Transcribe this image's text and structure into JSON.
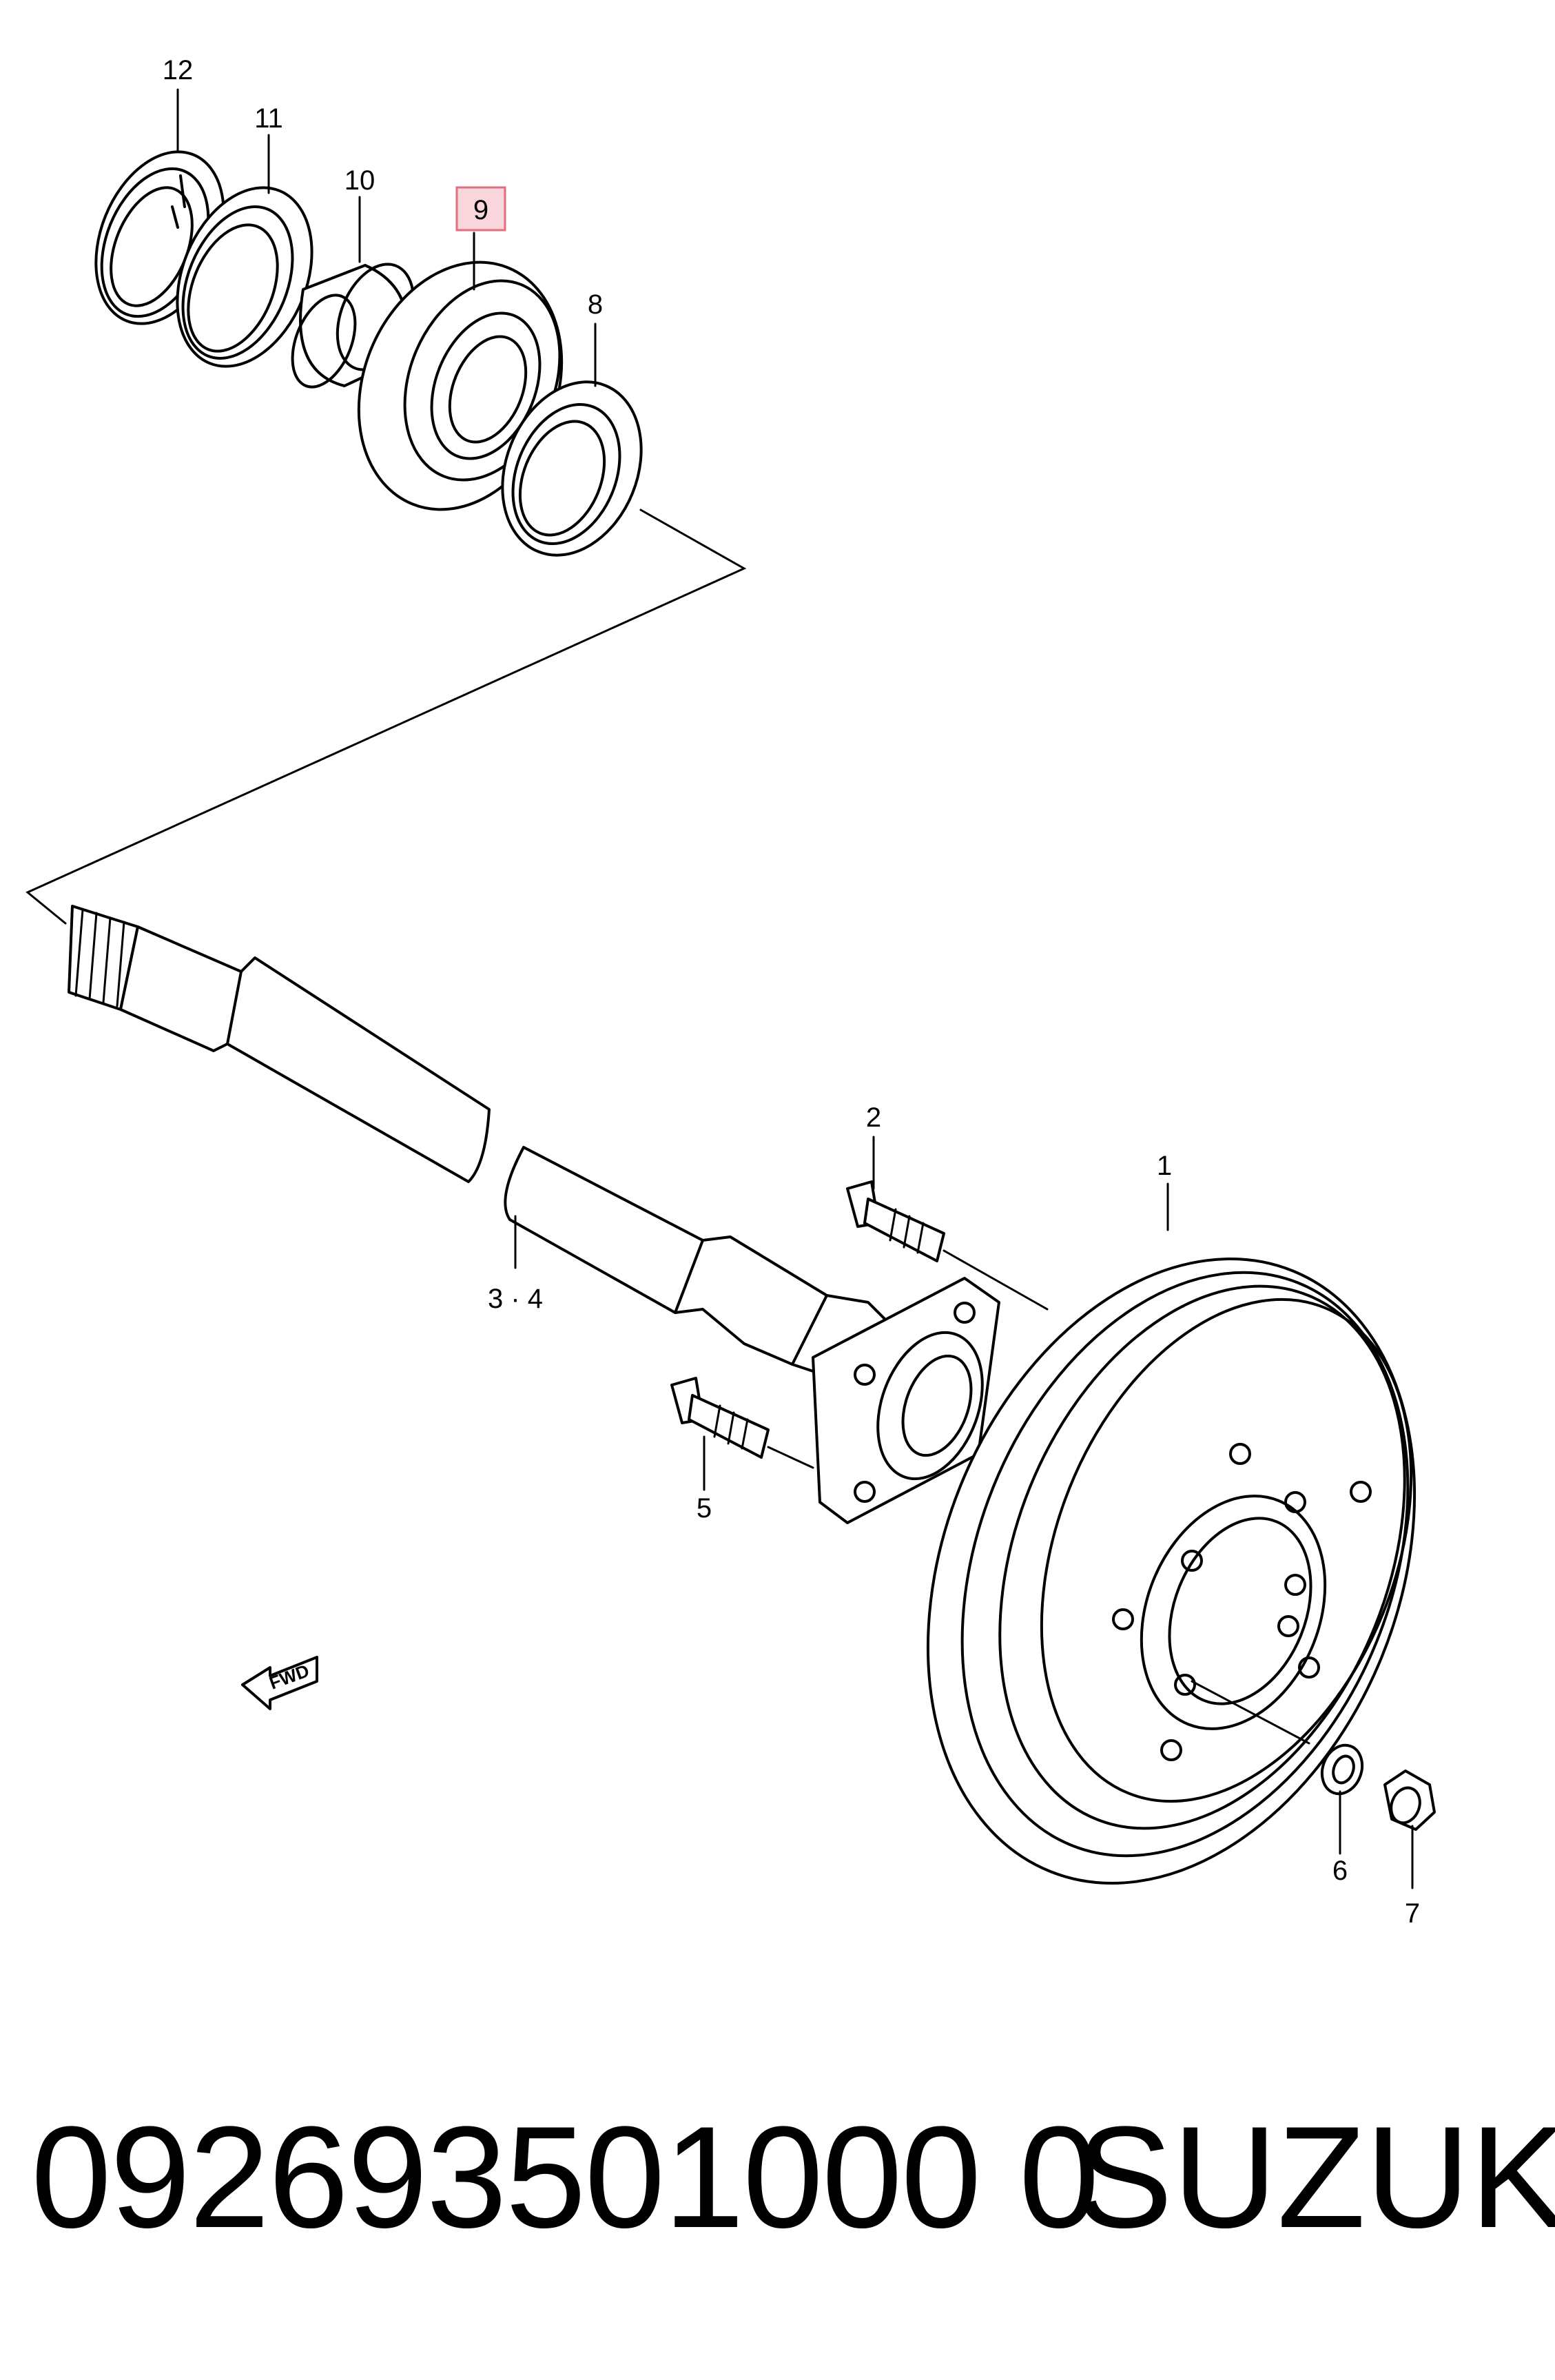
{
  "diagram": {
    "callouts": [
      {
        "id": "1",
        "text": "1"
      },
      {
        "id": "2",
        "text": "2"
      },
      {
        "id": "3-4",
        "text": "3 · 4"
      },
      {
        "id": "5",
        "text": "5"
      },
      {
        "id": "6",
        "text": "6"
      },
      {
        "id": "7",
        "text": "7"
      },
      {
        "id": "8",
        "text": "8"
      },
      {
        "id": "9",
        "text": "9",
        "highlighted": true
      },
      {
        "id": "10",
        "text": "10"
      },
      {
        "id": "11",
        "text": "11"
      },
      {
        "id": "12",
        "text": "12"
      }
    ],
    "direction_badge": "FWD",
    "highlight_color": "#f9d6dc",
    "highlight_border": "#e06e7e"
  },
  "caption": {
    "part_number": "092693501000 0",
    "brand": "SUZUKI"
  }
}
